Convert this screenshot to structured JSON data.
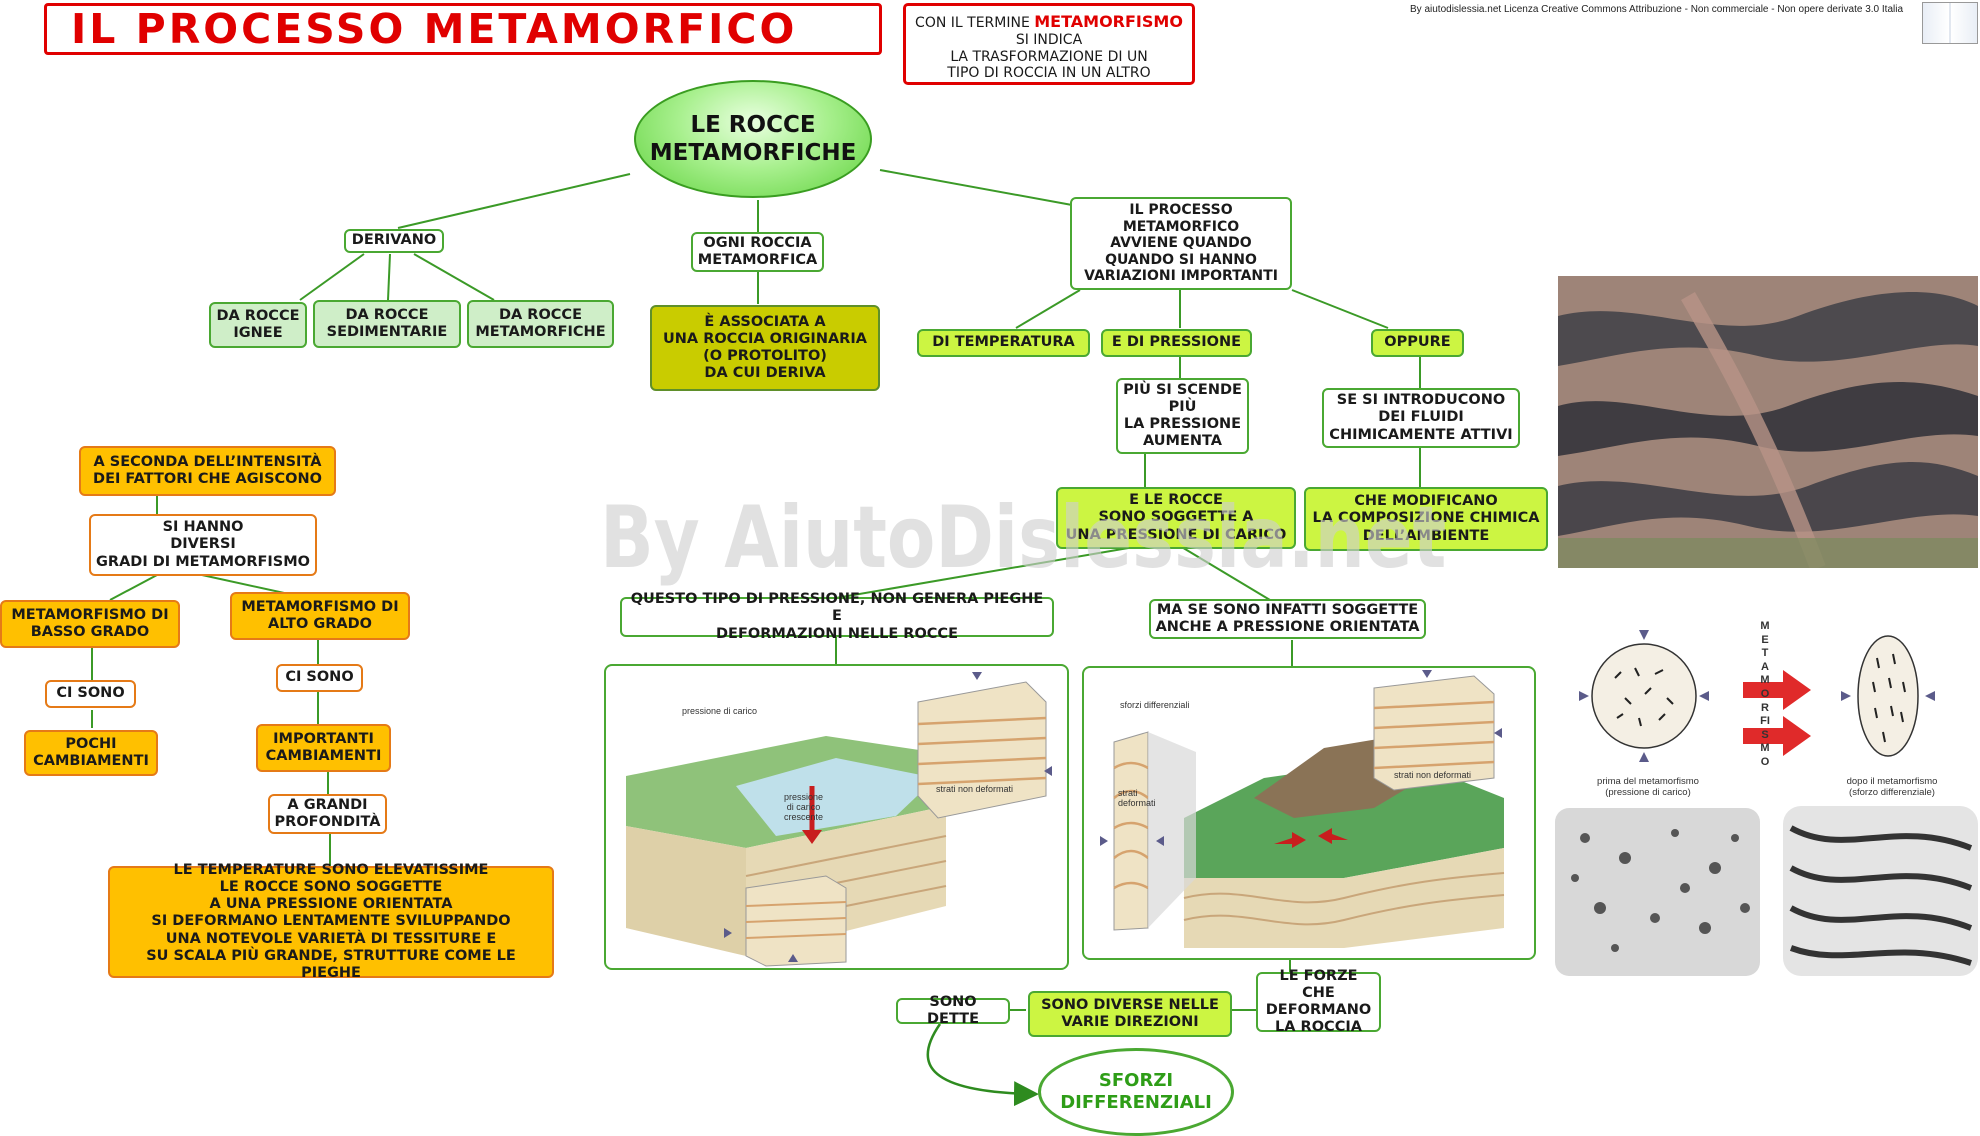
{
  "title": "IL PROCESSO METAMORFICO",
  "definition": {
    "prefix": "CON IL TERMINE",
    "keyword": "METAMORFISMO",
    "rest": "SI INDICA\nLA TRASFORMAZIONE DI UN\nTIPO DI ROCCIA IN UN ALTRO"
  },
  "credit": "By aiutodislessia.net Licenza Creative Commons Attribuzione - Non commerciale - Non opere derivate 3.0 Italia",
  "watermark": "By AiutoDislessia.net",
  "central": "LE ROCCE\nMETAMORFICHE",
  "nodes": {
    "derivano": "DERIVANO",
    "da_ignee": "DA ROCCE\nIGNEE",
    "da_sedimentarie": "DA ROCCE\nSEDIMENTARIE",
    "da_metamorfiche": "DA ROCCE\nMETAMORFICHE",
    "ogni_roccia": "OGNI ROCCIA\nMETAMORFICA",
    "associata": "È ASSOCIATA A\nUNA ROCCIA ORIGINARIA\n(O PROTOLITO)\nDA CUI DERIVA",
    "processo": "IL PROCESSO\nMETAMORFICO\nAVVIENE QUANDO\nQUANDO SI HANNO\nVARIAZIONI IMPORTANTI",
    "temperatura": "DI TEMPERATURA",
    "pressione": "E DI PRESSIONE",
    "oppure": "OPPURE",
    "piu_si_scende": "PIÙ SI SCENDE\nPIÙ\nLA PRESSIONE\nAUMENTA",
    "fluidi": "SE SI INTRODUCONO\nDEI FLUIDI\nCHIMICAMENTE ATTIVI",
    "soggette_carico": "E LE ROCCE\nSONO SOGGETTE A\nUNA PRESSIONE DI CARICO",
    "modificano": "CHE MODIFICANO\nLA COMPOSIZIONE CHIMICA\nDELL’AMBIENTE",
    "questo_tipo": "QUESTO TIPO DI PRESSIONE, NON GENERA PIEGHE E\nDEFORMAZIONI NELLE ROCCE",
    "ma_se": "MA SE SONO INFATTI SOGGETTE\nANCHE A PRESSIONE ORIENTATA",
    "forze": "LE FORZE CHE\nDEFORMANO\nLA ROCCIA",
    "diverse": "SONO DIVERSE NELLE\nVARIE DIREZIONI",
    "sono_dette": "SONO DETTE",
    "sforzi": "SFORZI\nDIFFERENZIALI",
    "a_seconda": "A SECONDA DELL’INTENSITÀ\nDEI FATTORI CHE AGISCONO",
    "si_hanno": "SI HANNO\nDIVERSI\nGRADI DI METAMORFISMO",
    "basso": "METAMORFISMO DI\nBASSO GRADO",
    "alto": "METAMORFISMO DI\nALTO GRADO",
    "ci_sono_1": "CI SONO",
    "ci_sono_2": "CI SONO",
    "pochi": "POCHI\nCAMBIAMENTI",
    "importanti": "IMPORTANTI\nCAMBIAMENTI",
    "profondita": "A GRANDI\nPROFONDITÀ",
    "temperature": "LE TEMPERATURE SONO ELEVATISSIME\nLE ROCCE SONO SOGGETTE\nA UNA PRESSIONE ORIENTATA\nSI DEFORMANO LENTAMENTE SVILUPPANDO\nUNA NOTEVOLE VARIETÀ DI TESSITURE E\nSU SCALA PIÙ GRANDE, STRUTTURE COME LE PIEGHE"
  },
  "panel_left": {
    "title": "pressione di carico",
    "label_center": "pressione\ndi carico\ncrescente",
    "label_block": "strati non deformati"
  },
  "panel_right": {
    "title": "sforzi differenziali",
    "label_left": "strati\ndeformati",
    "label_block": "strati non deformati"
  },
  "figure_right": {
    "vertical_word": "METAMORFISMO",
    "caption_left": "prima del metamorfismo\n(pressione di carico)",
    "caption_right": "dopo il metamorfismo\n(sforzo differenziale)"
  },
  "colors": {
    "title_red": "#e00000",
    "node_green_border": "#4aa832",
    "node_orange_border": "#e57a17",
    "lime_fill": "#ccf542",
    "orange_fill": "#ffc000",
    "olive_fill": "#c9cc00",
    "pale_green_fill": "#cfeec8"
  }
}
